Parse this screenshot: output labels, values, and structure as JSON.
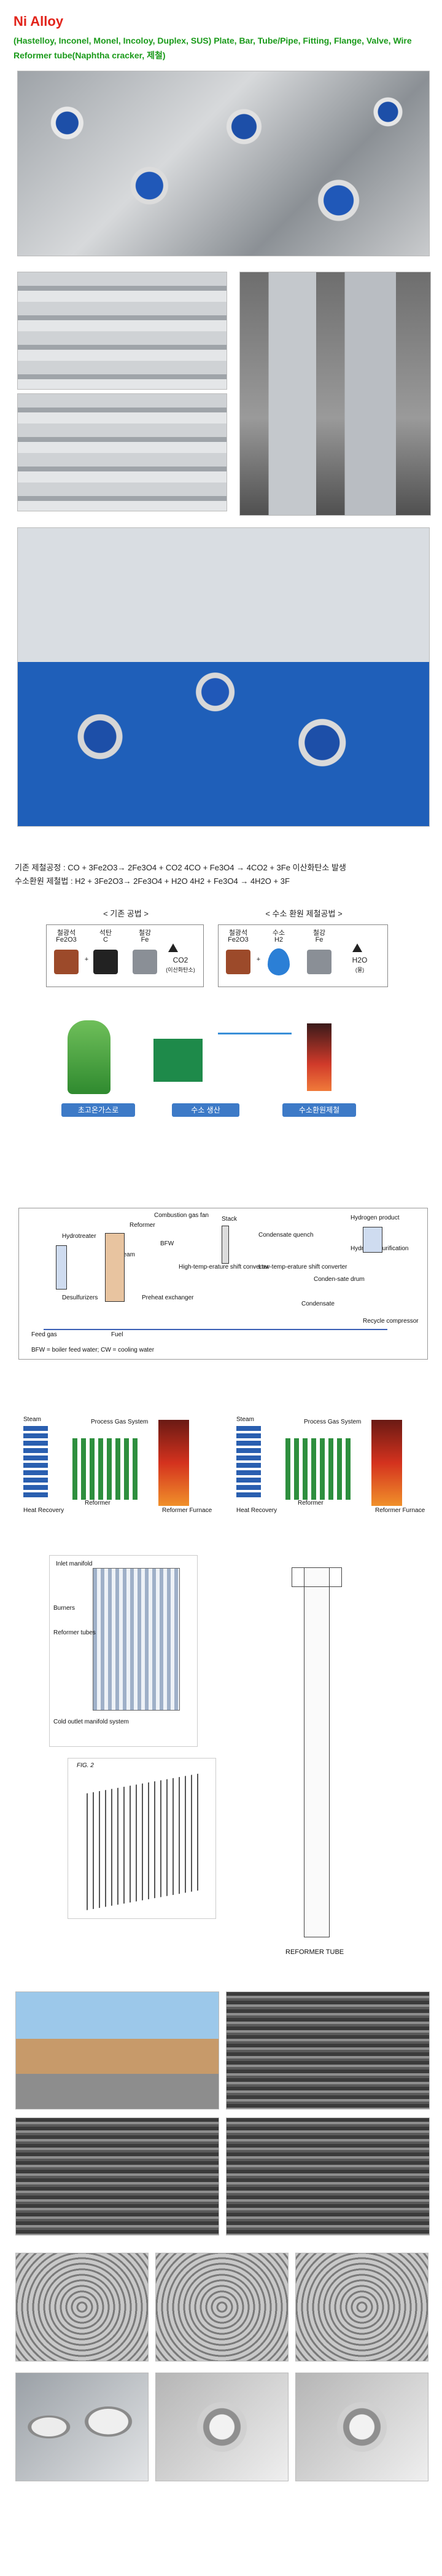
{
  "header": {
    "title": "Ni Alloy",
    "subtitle": "(Hastelloy, Inconel, Monel, Incoloy, Duplex, SUS) Plate, Bar, Tube/Pipe, Fitting, Flange, Valve, Wire Reformer tube(Naphtha cracker, 제철)"
  },
  "process_text": {
    "line1": "기존 제철공정 : CO + 3Fe2O3→ 2Fe3O4 + CO2 4CO + Fe3O4 → 4CO2 + 3Fe 이산화탄소 발생",
    "line2": "수소환원 제철법 : H2 + 3Fe2O3→ 2Fe3O4 + H2O 4H2 + Fe3O4 → 4H2O + 3F"
  },
  "process_compare": {
    "left_head": "< 기존 공법 >",
    "right_head": "< 수소 환원 제철공법 >",
    "left_items": [
      {
        "name": "철광석",
        "formula": "Fe2O3"
      },
      {
        "name": "석탄",
        "formula": "C"
      },
      {
        "name": "철강",
        "formula": "Fe"
      },
      {
        "name": "CO2",
        "formula": "(이산화탄소)"
      }
    ],
    "right_items": [
      {
        "name": "철광석",
        "formula": "Fe2O3"
      },
      {
        "name": "수소",
        "formula": "H2"
      },
      {
        "name": "철강",
        "formula": "Fe"
      },
      {
        "name": "H2O",
        "formula": "(물)"
      }
    ],
    "plus": "+"
  },
  "flow_labels": [
    "초고온가스로",
    "수소 생산",
    "수소환원제철"
  ],
  "hydrogen_plant": {
    "labels": [
      "Combustion gas fan",
      "Reformer",
      "Stack",
      "Hydrotreater",
      "Condensate quench",
      "Hydrogen product",
      "Steam",
      "BFW",
      "High-temp-erature shift converter",
      "Low-temp-erature shift converter",
      "Hydrogen purification",
      "Desulfurizers",
      "Preheat exchanger",
      "Conden-sate drum",
      "Condensate",
      "Recycle compressor",
      "Feed gas",
      "Fuel",
      "BFW = boiler feed water; CW = cooling water"
    ]
  },
  "reformer_diagrams": {
    "left_labels": [
      "Process Gas System",
      "Reformer",
      "Steam",
      "Heat Recovery",
      "Reformer Furnace"
    ],
    "right_labels": [
      "Process Gas System",
      "Reformer",
      "Steam",
      "Heat Recovery",
      "Reformer Furnace"
    ]
  },
  "tube_diagram": {
    "labels": [
      "Inlet manifold",
      "Burners",
      "Reformer tubes",
      "Cold outlet manifold system"
    ],
    "fig_label": "FIG. 2",
    "drawing_label": "REFORMER TUBE"
  },
  "photos": [
    "blue-flange-pipes",
    "grey-pipe-bends-1",
    "grey-pipe-bends-2",
    "steel-tanks",
    "pipe-bundle-with-net",
    "plant-tower",
    "tube-rows-1",
    "tube-rows-2",
    "tube-rows-3",
    "coiled-tube-1",
    "coiled-tube-2",
    "coiled-tube-3",
    "large-pipes",
    "forged-fittings",
    "flanges"
  ]
}
